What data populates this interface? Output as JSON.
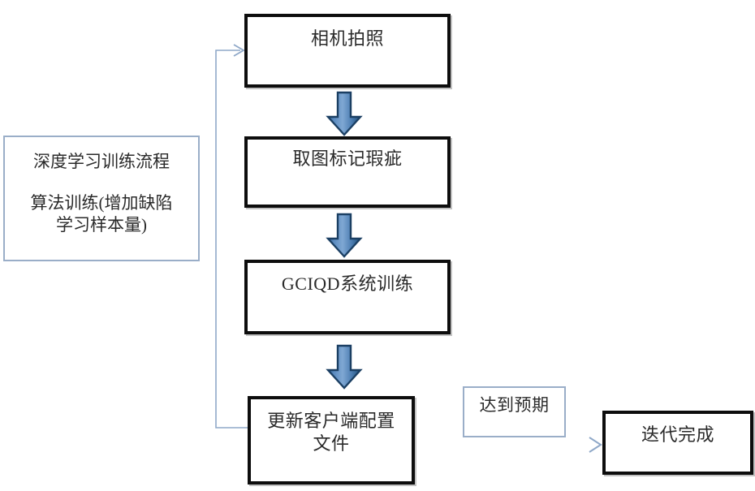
{
  "diagram": {
    "title_note": {
      "line1": "深度学习训练流程",
      "line2": "算法训练(增加缺陷\n学习样本量)"
    },
    "nodes": {
      "camera": "相机拍照",
      "mark": "取图标记瑕疵",
      "train": "GCIQD系统训练",
      "update": "更新客户端配置\n文件",
      "done": "迭代完成"
    },
    "labels": {
      "expectation": "达到预期"
    },
    "icons": {
      "arrow_down_1": "down-block-arrow-icon",
      "arrow_down_2": "down-block-arrow-icon",
      "arrow_down_3": "down-block-arrow-icon",
      "feedback_arrow": "feedback-loop-arrow-icon",
      "success_arrow": "right-arrow-icon"
    },
    "colors": {
      "box_border_heavy": "#0d0d0d",
      "box_border_thin": "#9aaec8",
      "arrow_blue_light": "#7ba2cf",
      "arrow_blue_dark": "#1f4e79",
      "connector_line": "#8fa8c8",
      "text": "#2a2a2a",
      "background": "#ffffff"
    }
  }
}
